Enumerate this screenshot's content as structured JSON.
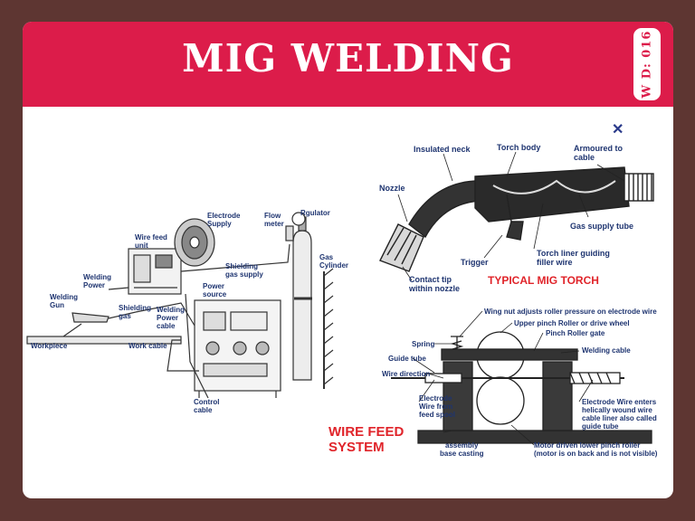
{
  "header": {
    "title": "MIG WELDING",
    "code": "W D: 016"
  },
  "mig_setup": {
    "labels": {
      "electrode_supply": "Electrode\nSupply",
      "flow_meter": "Flow\nmeter",
      "regulator": "Rgulator",
      "wire_feed_unit": "Wire feed\nunit",
      "gas_cylinder": "Gas\nCylinder",
      "shielding_gas_supply": "Shielding\ngas supply",
      "welding_power": "Welding\nPower",
      "power_source": "Power\nsource",
      "welding_gun": "Welding\nGun",
      "shielding_gas": "Shielding\ngas",
      "welding_power_cable": "Welding\nPower\ncable",
      "workpiece": "Workpiece",
      "work_cable": "Work cable",
      "control_cable": "Control\ncable"
    }
  },
  "mig_torch": {
    "title": "TYPICAL MIG TORCH",
    "labels": {
      "insulated_neck": "Insulated neck",
      "torch_body": "Torch body",
      "armoured_to_cable": "Armoured to\ncable",
      "nozzle": "Nozzle",
      "gas_supply_tube": "Gas supply tube",
      "torch_liner": "Torch liner guiding\nfiller wire",
      "trigger": "Trigger",
      "contact_tip": "Contact tip\nwithin nozzle"
    }
  },
  "wire_feed": {
    "title": "WIRE FEED\nSYSTEM",
    "labels": {
      "wing_nut": "Wing nut adjusts roller pressure on electrode wire",
      "upper_pinch": "Upper pinch Roller or drive wheel",
      "pinch_gate": "Pinch Roller gate",
      "spring": "Spring",
      "welding_cable": "Welding cable",
      "guide_tube": "Guide tube",
      "wire_direction": "Wire direction",
      "electrode_wire_from": "Electrode\nWire from\nfeed spool",
      "electrode_wire_enters": "Electrode Wire enters\nhelically wound wire\ncable liner also called\nguide tube",
      "assembly_base": "assembly\nbase casting",
      "motor_driven": "Motor driven lower pinch roller\n(motor is on back and is not visible)"
    }
  }
}
